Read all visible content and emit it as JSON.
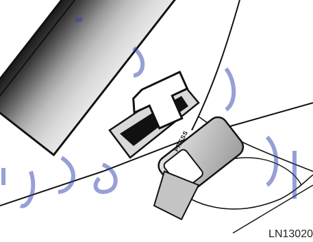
{
  "illustration": {
    "subject": "seat-belt-buckle-release",
    "button_label": "PRESS",
    "figure_code": "LN13020"
  },
  "colors": {
    "watermark": "#2f3fae",
    "outline": "#111111",
    "arrow_fill": "#ffffff"
  }
}
